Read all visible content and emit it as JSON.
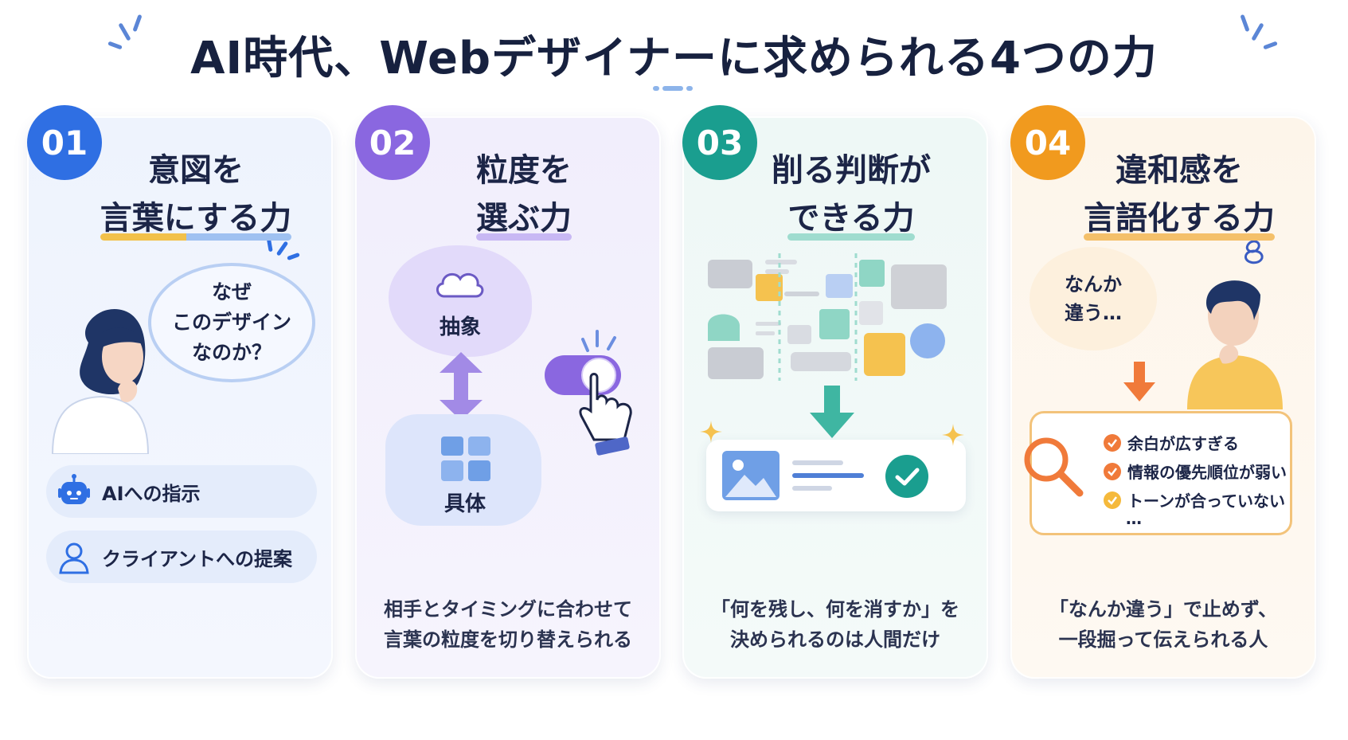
{
  "title": "AI時代、Webデザイナーに求められる4つの力",
  "colors": {
    "blue": "#2f6fe3",
    "purple": "#8a67e0",
    "teal": "#1a9e8f",
    "orange": "#f19a1e"
  },
  "cards": [
    {
      "number": "01",
      "heading_line1": "意図を",
      "heading_line2": "言葉にする力",
      "bubble_lines": [
        "なぜ",
        "このデザイン",
        "なのか？"
      ],
      "pills": [
        {
          "icon": "robot-icon",
          "label": "AIへの指示"
        },
        {
          "icon": "person-icon",
          "label": "クライアントへの提案"
        }
      ]
    },
    {
      "number": "02",
      "heading_line1": "粒度を",
      "heading_line2": "選ぶ力",
      "abstract_label": "抽象",
      "concrete_label": "具体",
      "desc_line1": "相手とタイミングに合わせて",
      "desc_line2": "言葉の粒度を切り替えられる"
    },
    {
      "number": "03",
      "heading_line1": "削る判断が",
      "heading_line2": "できる力",
      "desc_line1": "「何を残し、何を消すか」を",
      "desc_line2": "決められるのは人間だけ"
    },
    {
      "number": "04",
      "heading_line1": "違和感を",
      "heading_line2": "言語化する力",
      "bubble_lines": [
        "なんか",
        "違う…"
      ],
      "checklist": [
        "余白が広すぎる",
        "情報の優先順位が弱い",
        "トーンが合っていない"
      ],
      "ellipsis": "…",
      "desc_line1": "「なんか違う」で止めず、",
      "desc_line2": "一段掘って伝えられる人"
    }
  ]
}
